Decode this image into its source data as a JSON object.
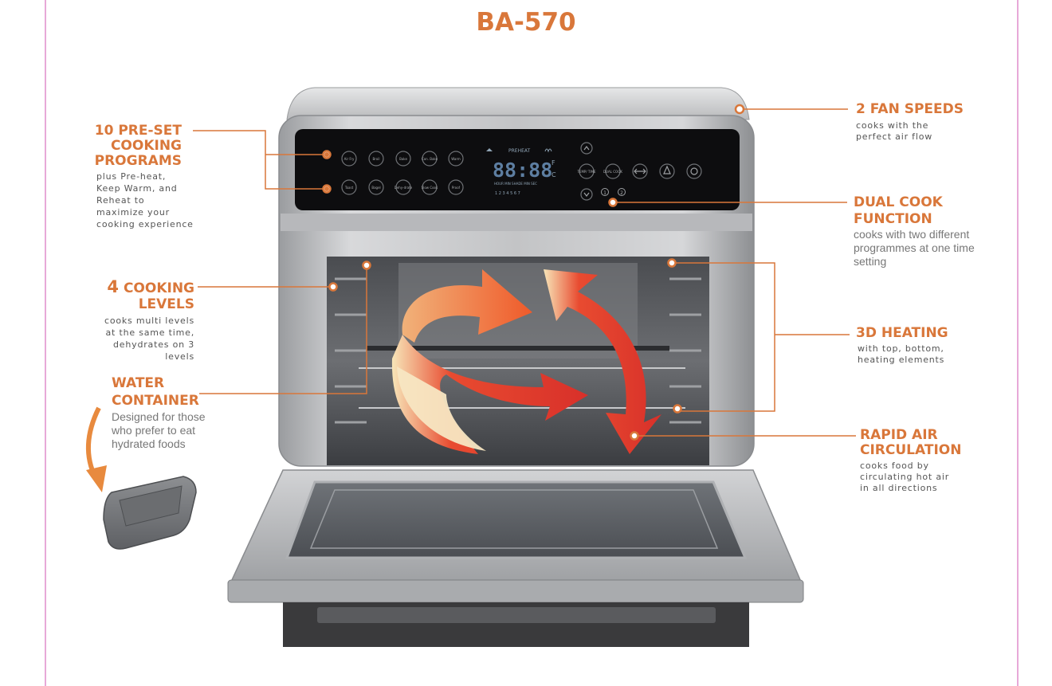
{
  "title": "BA-570",
  "oven": {
    "panel_left_buttons": [
      "Air Fry",
      "Broil",
      "Bake",
      "Con. Bake",
      "Warm",
      "Toast",
      "Bagel",
      "Dehy-drate",
      "Slow Cook",
      "Proof"
    ],
    "display": {
      "preheat": "PREHEAT",
      "digits": "88:88",
      "units_row": "HOUR  MIN  SHADE  MIN  SEC",
      "level_row": "1 2 3 4 5 6 7",
      "unit_f": "F",
      "unit_c": "C"
    },
    "panel_right_buttons": [
      "TEMP/ TIME",
      "DUAL COOK"
    ],
    "panel_indicators": [
      "1",
      "2"
    ]
  },
  "annotations": {
    "preset": {
      "title_lines": [
        "10 PRE-SET",
        "COOKING",
        "PROGRAMS"
      ],
      "desc_lines": [
        "plus Pre-heat,",
        "Keep Warm, and",
        "Reheat to",
        "maximize your",
        "cooking experience"
      ]
    },
    "levels": {
      "num": "4",
      "title_line1": "COOKING",
      "title_line2": "LEVELS",
      "desc_lines": [
        "cooks multi levels",
        "at the same time,",
        "dehydrates on 3",
        "levels"
      ]
    },
    "water": {
      "title_lines": [
        "WATER",
        "CONTAINER"
      ],
      "desc_lines": [
        "Designed for those",
        "who prefer to eat",
        "hydrated foods"
      ]
    },
    "fan": {
      "title": "2 FAN SPEEDS",
      "desc_lines": [
        "cooks with the",
        "perfect air flow"
      ]
    },
    "dual": {
      "title_lines": [
        "DUAL COOK",
        "FUNCTION"
      ],
      "desc_lines": [
        "cooks with two different",
        "programmes at one time",
        "setting"
      ]
    },
    "heating": {
      "title": "3D HEATING",
      "desc_lines": [
        "with top, bottom,",
        "heating elements"
      ]
    },
    "rapid": {
      "title_lines": [
        "RAPID AIR",
        "CIRCULATION"
      ],
      "desc_lines": [
        "cooks food by",
        "circulating hot air",
        "in all directions"
      ]
    }
  },
  "colors": {
    "accent": "#d9773a",
    "frame": "#e7a9d8",
    "arrow_red": "#d8302a",
    "panel": "#0d0d0f"
  }
}
